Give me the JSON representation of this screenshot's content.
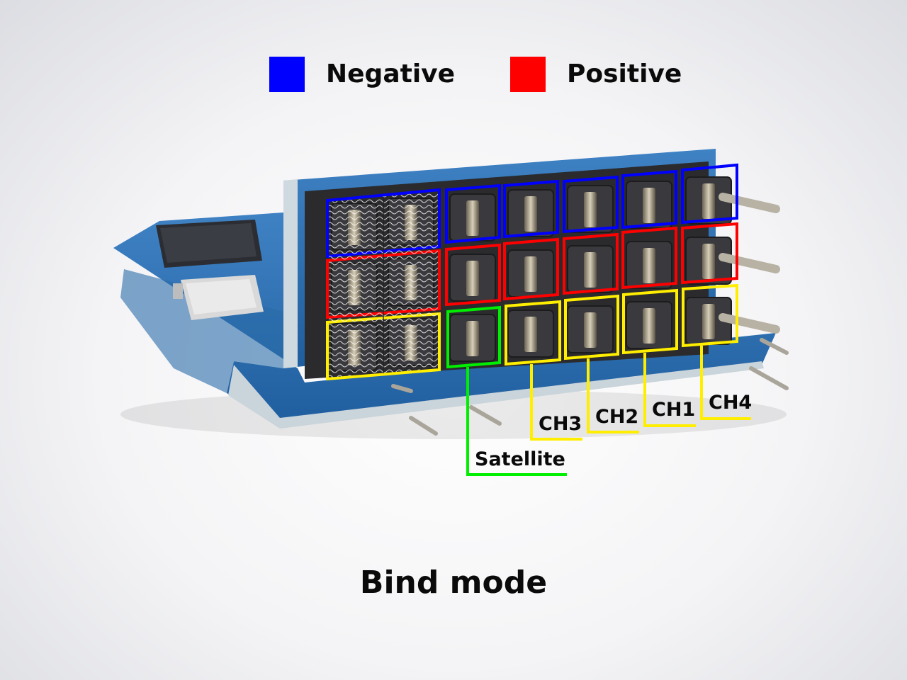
{
  "legend": {
    "negative": {
      "label": "Negative",
      "color": "#0000ff"
    },
    "positive": {
      "label": "Positive",
      "color": "#ff0000"
    }
  },
  "highlight_colors": {
    "signal": "#ffee00",
    "satellite": "#00ee00"
  },
  "callouts": {
    "satellite": "Satellite",
    "ch3": "CH3",
    "ch2": "CH2",
    "ch1": "CH1",
    "ch4": "CH4"
  },
  "caption": "Bind mode"
}
